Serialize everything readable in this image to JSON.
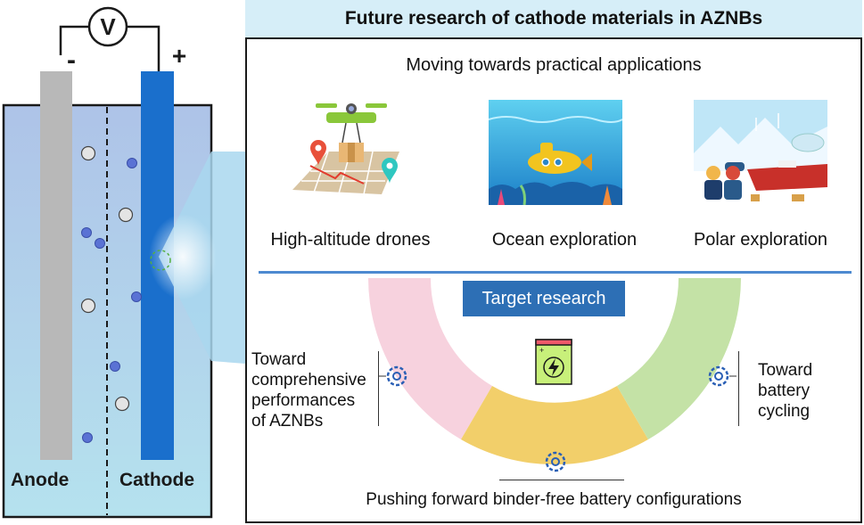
{
  "battery": {
    "voltmeter_label": "V",
    "minus_sign": "-",
    "plus_sign": "+",
    "anode_label": "Anode",
    "cathode_label": "Cathode"
  },
  "panel": {
    "header_title": "Future research of cathode materials in AZNBs",
    "subtitle": "Moving towards practical applications",
    "applications": [
      {
        "label": "High-altitude drones",
        "icon": "drone-icon"
      },
      {
        "label": "Ocean exploration",
        "icon": "submarine-icon"
      },
      {
        "label": "Polar exploration",
        "icon": "polar-icon"
      }
    ],
    "target_research": "Target research",
    "left_direction": [
      "Toward",
      "comprehensive",
      "performances",
      "of AZNBs"
    ],
    "right_direction": [
      "Toward",
      "battery",
      "cycling"
    ],
    "bottom_direction": "Pushing forward binder-free battery configurations"
  },
  "colors": {
    "header_bg": "#d6eef8",
    "electrode_anode": "#b8b8b8",
    "electrode_cathode": "#1a6fcc",
    "arc_pink": "#f7d2de",
    "arc_yellow": "#f2cf6a",
    "arc_green": "#c4e2a6",
    "target_box": "#2d6fb5",
    "divider": "#4d8ad0"
  }
}
